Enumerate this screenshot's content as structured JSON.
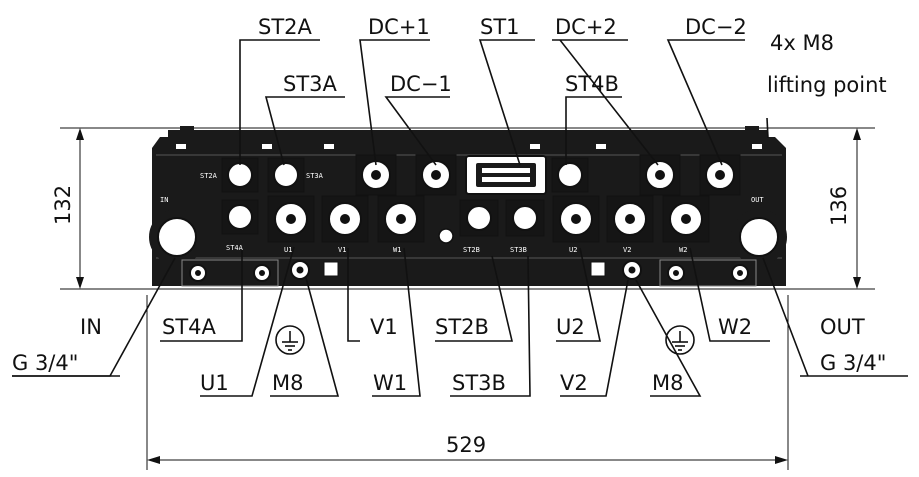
{
  "labels": {
    "st2a": "ST2A",
    "dc_plus1": "DC+1",
    "st1": "ST1",
    "dc_plus2": "DC+2",
    "dc_minus2": "DC−2",
    "lifting_line1": "4x M8",
    "lifting_line2": "lifting point",
    "st3a": "ST3A",
    "dc_minus1": "DC−1",
    "st4b": "ST4B",
    "in": "IN",
    "in_thread": "G 3/4\"",
    "st4a": "ST4A",
    "u1": "U1",
    "m8_left": "M8",
    "v1": "V1",
    "w1": "W1",
    "st2b": "ST2B",
    "st3b": "ST3B",
    "u2": "U2",
    "v2": "V2",
    "m8_right": "M8",
    "w2": "W2",
    "out": "OUT",
    "out_thread": "G 3/4\""
  },
  "dimensions": {
    "height_left": "132",
    "height_right": "136",
    "width": "529"
  },
  "body_tags": {
    "st2a": "ST2A",
    "st3a": "ST3A",
    "st4a": "ST4A",
    "in": "IN",
    "out": "OUT",
    "u1": "U1",
    "v1": "V1",
    "w1": "W1",
    "u2": "U2",
    "v2": "V2",
    "w2": "W2",
    "st2b": "ST2B",
    "st3b": "ST3B"
  },
  "icons": {
    "ground": "protective-earth-icon"
  },
  "colors": {
    "line": "#111111",
    "body": "#1a1a1a",
    "background": "#ffffff"
  }
}
